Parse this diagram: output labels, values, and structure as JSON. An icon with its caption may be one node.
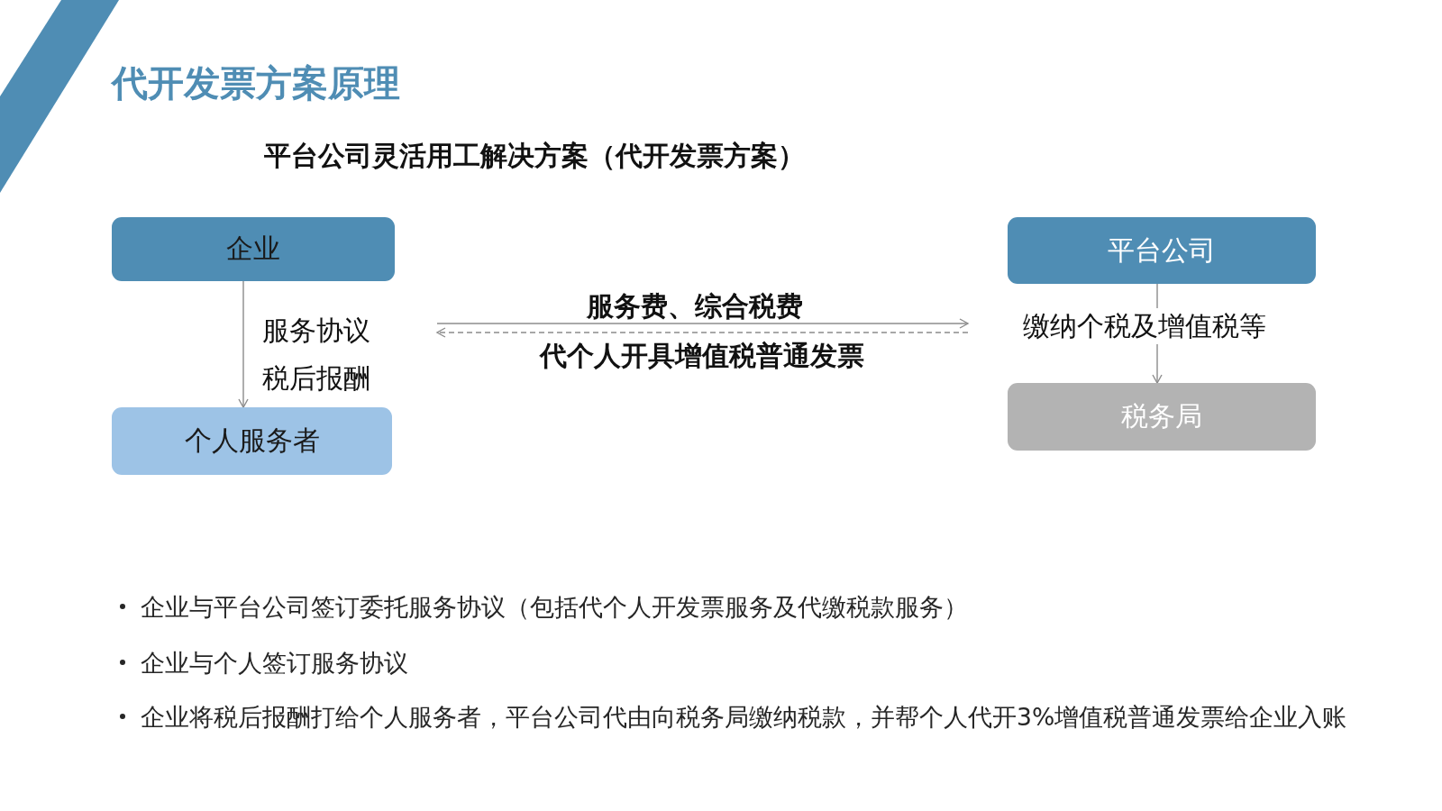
{
  "diagram": {
    "title": "代开发票方案原理",
    "nodes": [
      {
        "text": [
          "企业"
        ]
      },
      {
        "text": [
          "平台公司"
        ]
      },
      {
        "text": [
          "个人服务者"
        ]
      },
      {
        "text": [
          "税务局"
        ]
      }
    ],
    "edges": [
      {
        "from": 0,
        "to": 2,
        "arrow": "to",
        "label": "服务协议税后报酬"
      },
      {
        "from": 1,
        "to": 3,
        "arrow": "to",
        "label": "缴纳个税及增值税等"
      }
    ],
    "labels": [
      "平台公司灵活用工解决方案（代开发票方案）",
      "服务费、综合税费",
      "代个人开具增值税普通发票",
      "企业与平台公司签订委托服务协议（包括代个人开发票服务及代缴税款服务）",
      "企业与个人签订服务协议",
      "企业将税后报酬打给个人服务者，平台公司代由向税务局缴纳税款，并帮个人代开3%增值税普通发票给企业入账"
    ]
  }
}
